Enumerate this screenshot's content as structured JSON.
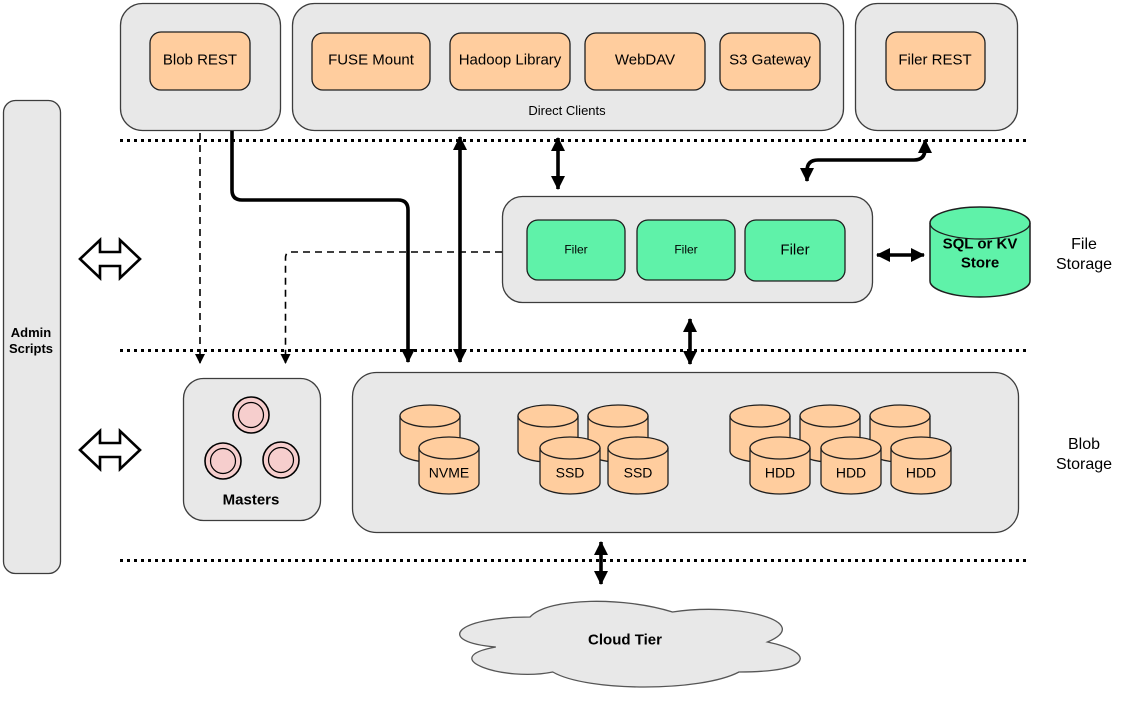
{
  "colors": {
    "container_gray": "#E8E8E8",
    "node_orange": "#FFCD9E",
    "node_green": "#5FF2A9",
    "master_pink": "#F6CECD",
    "line_black": "#000000"
  },
  "top_row": {
    "blob_rest": "Blob REST",
    "direct_clients": {
      "label": "Direct Clients",
      "items": [
        "FUSE Mount",
        "Hadoop Library",
        "WebDAV",
        "S3 Gateway"
      ]
    },
    "filer_rest": "Filer REST"
  },
  "admin": {
    "label": "Admin Scripts"
  },
  "file_storage": {
    "filers": [
      "Filer",
      "Filer",
      "Filer"
    ],
    "kv_store": "SQL or KV Store",
    "side_label": "File Storage"
  },
  "masters": {
    "label": "Masters"
  },
  "blob_storage": {
    "side_label": "Blob Storage",
    "nvme": [
      "NVME"
    ],
    "ssd": [
      "SSD",
      "SSD"
    ],
    "hdd": [
      "HDD",
      "HDD",
      "HDD"
    ]
  },
  "cloud": {
    "label": "Cloud Tier"
  }
}
